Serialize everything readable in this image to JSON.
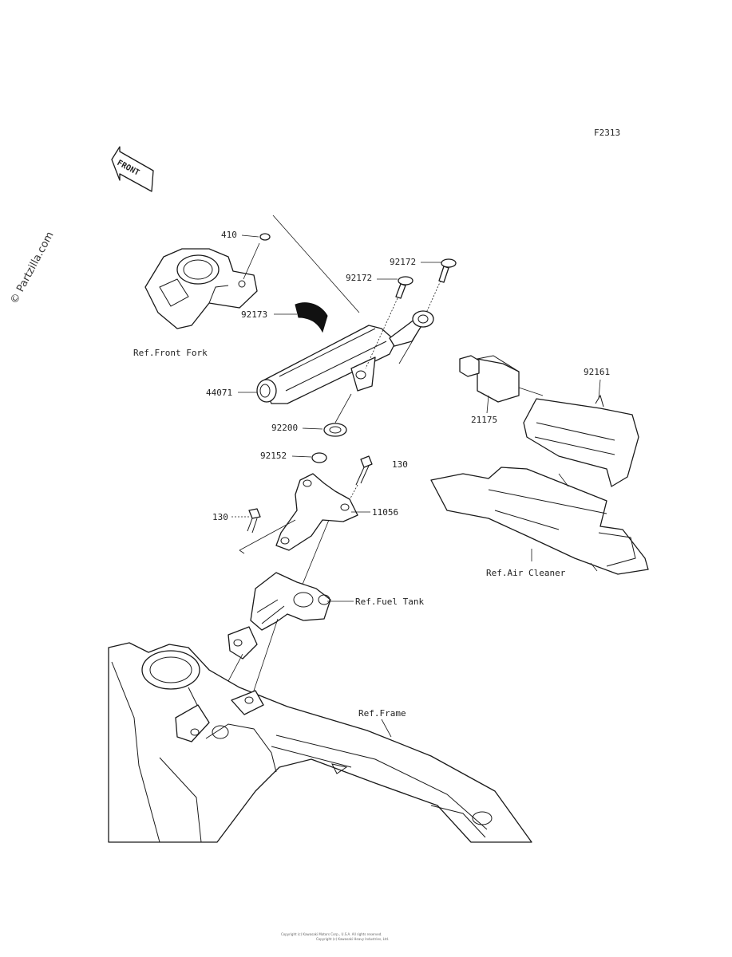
{
  "figure_code": "F2313",
  "front_marker": "FRONT",
  "watermark": "© Partzilla.com",
  "copyright_lines": [
    "Copyright (c) Kawasaki Motors Corp., U.S.A. All rights reserved.",
    "Copyright (c) Kawasaki Heavy Industries, Ltd."
  ],
  "callouts": {
    "p410": "410",
    "p92172a": "92172",
    "p92172b": "92172",
    "p92173": "92173",
    "p44071": "44071",
    "p92200": "92200",
    "p92152": "92152",
    "p130a": "130",
    "p130b": "130",
    "p11056": "11056",
    "p92161": "92161",
    "p21175": "21175"
  },
  "references": {
    "front_fork": "Ref.Front Fork",
    "air_cleaner": "Ref.Air Cleaner",
    "fuel_tank": "Ref.Fuel Tank",
    "frame": "Ref.Frame"
  }
}
